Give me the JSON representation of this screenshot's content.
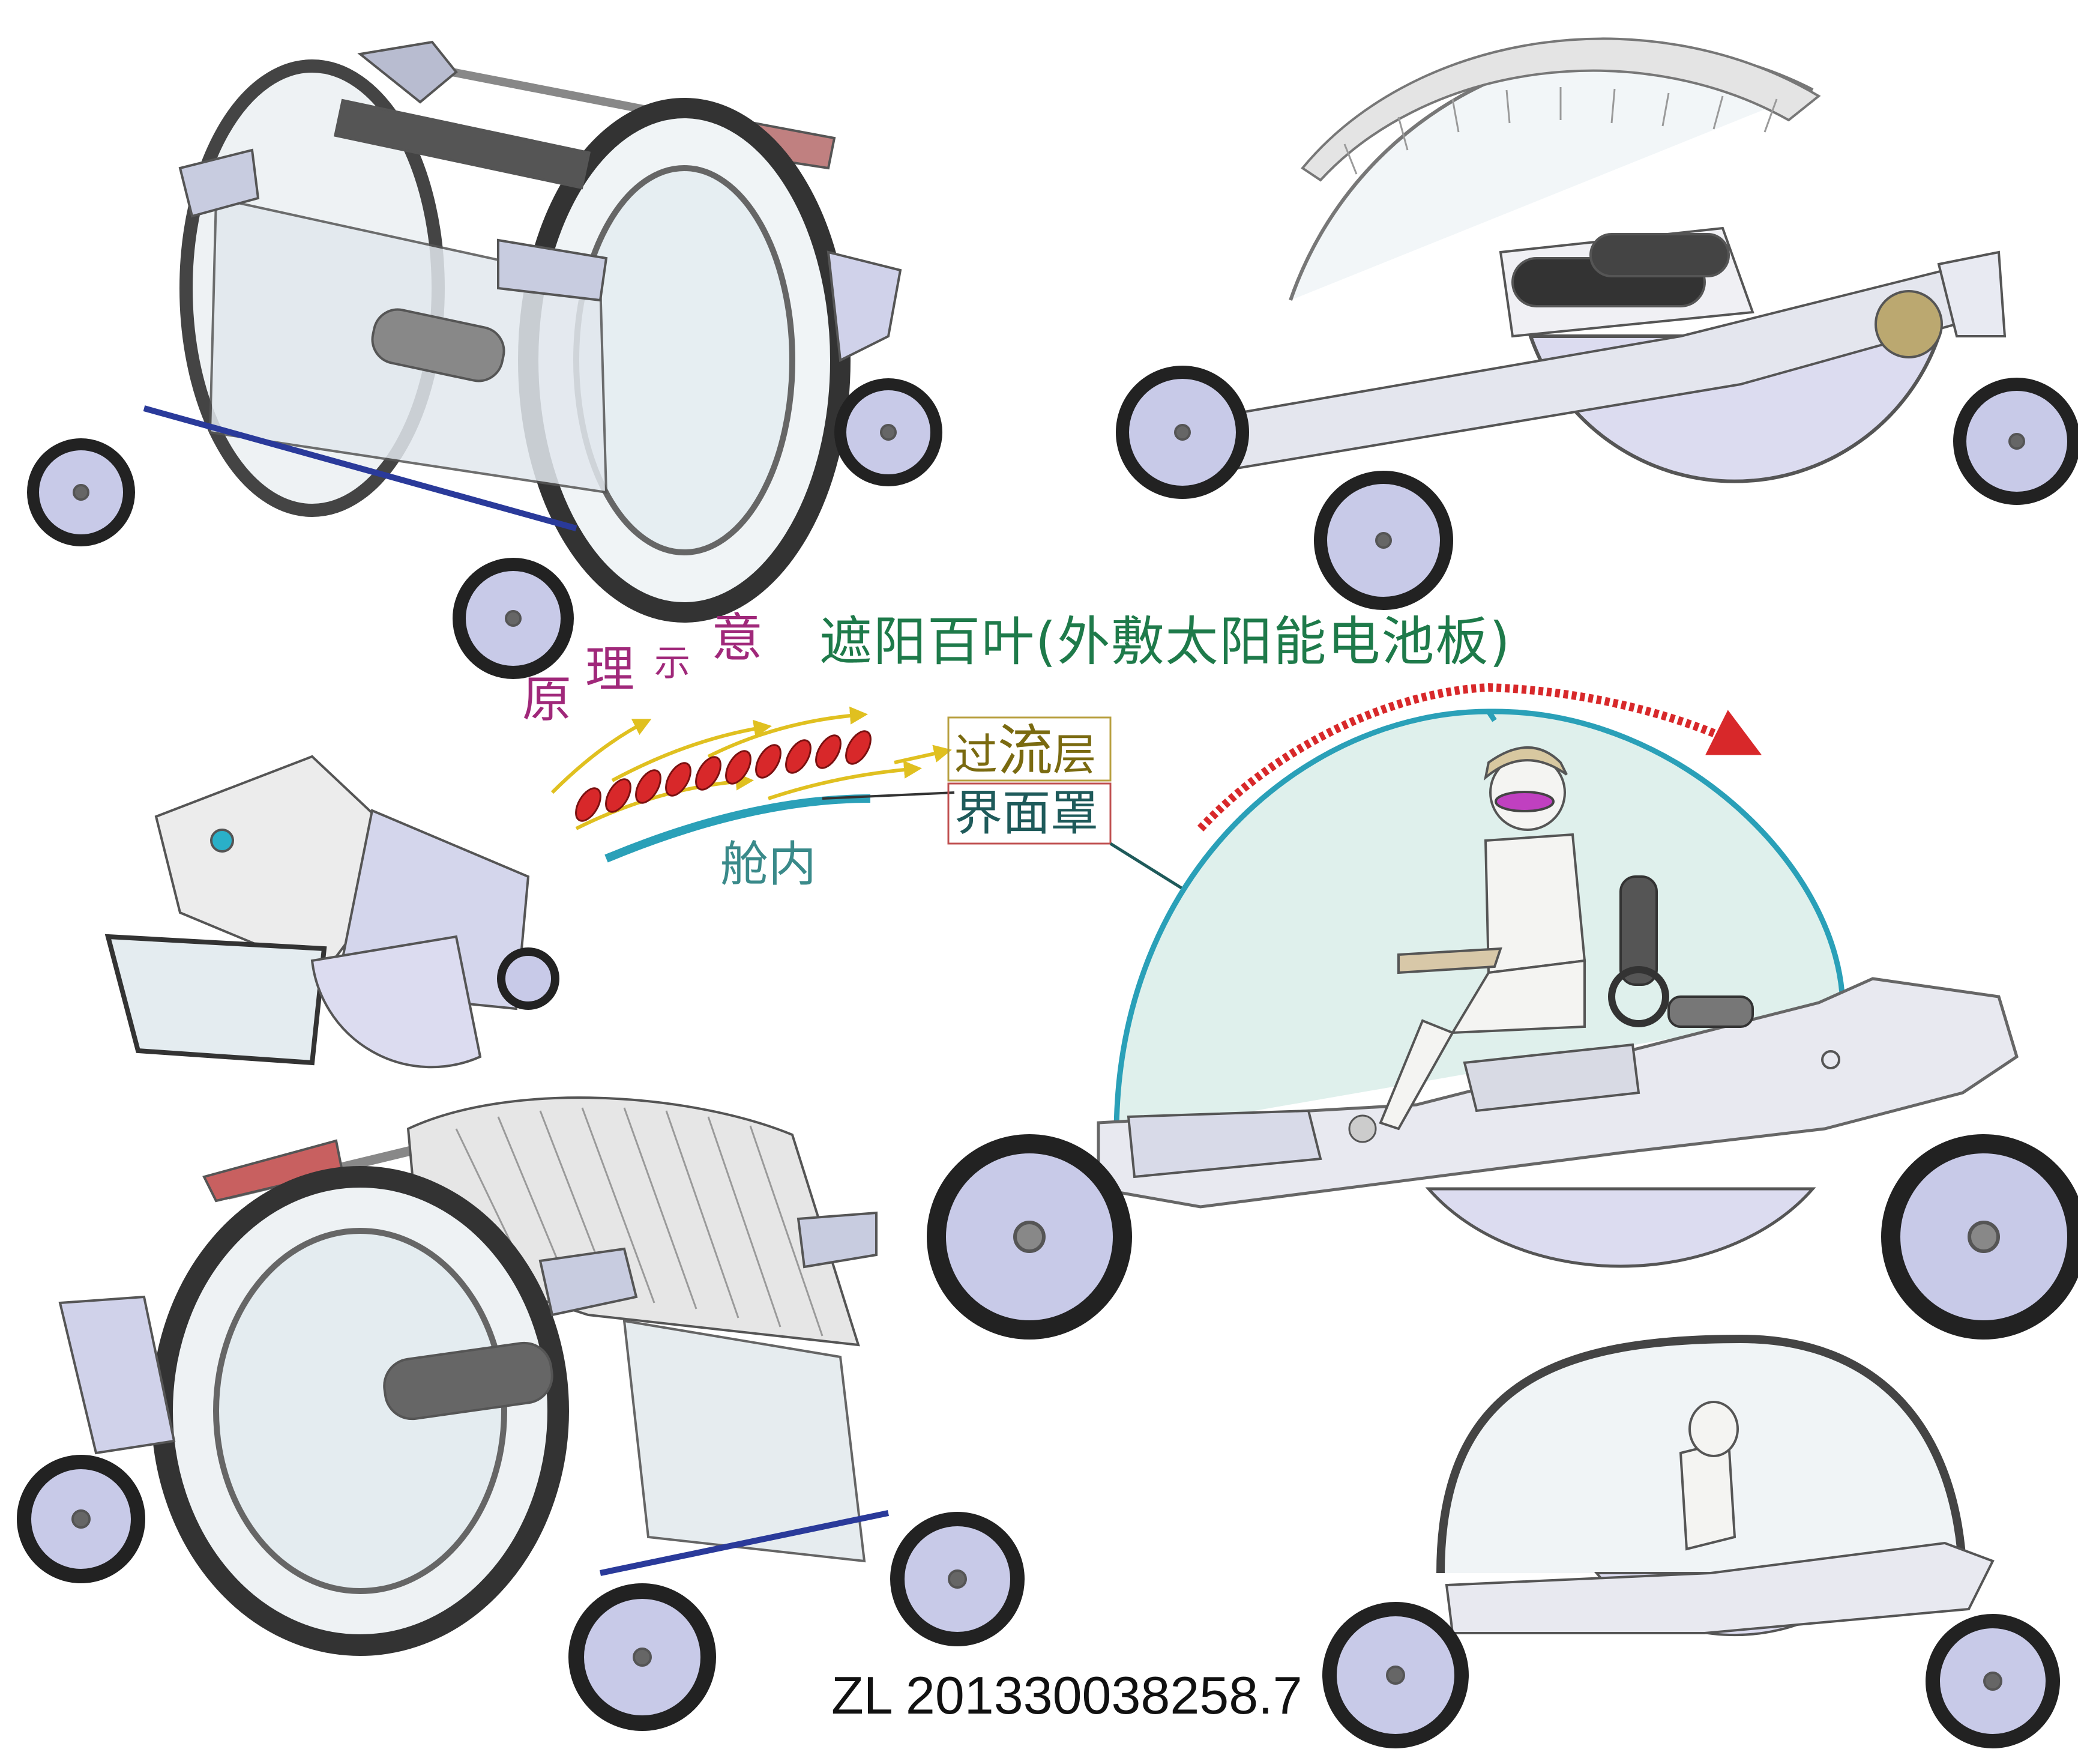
{
  "labels": {
    "principle_1": "原",
    "principle_2": "理",
    "principle_3": "示",
    "principle_4": "意",
    "louver_title": "遮阳百叶(外敷太阳能电池板)",
    "cabin_interior": "舱内",
    "flow_layer_1": "过",
    "flow_layer_2": "流",
    "flow_layer_3": "层",
    "interface_mask": "界面罩",
    "patent_number": "ZL 201330038258.7"
  },
  "colors": {
    "principle_text": "#a0287a",
    "louver_text": "#1e7a4a",
    "cabin_text": "#3a8a8a",
    "flow_text": "#7a6a10",
    "mask_text": "#1e5a5a",
    "dome_line": "#2aa0b8",
    "louver_red": "#d8282a",
    "arrow_yellow": "#e0c020",
    "wheel_fill": "#c8cae8",
    "body_fill": "#d8dae8",
    "dome_fill": "#dff0ec"
  },
  "icons": [
    "vehicle-drawing",
    "airflow-arrow-icon",
    "louver-slat-icon",
    "seated-person-figure",
    "office-chair-icon"
  ]
}
